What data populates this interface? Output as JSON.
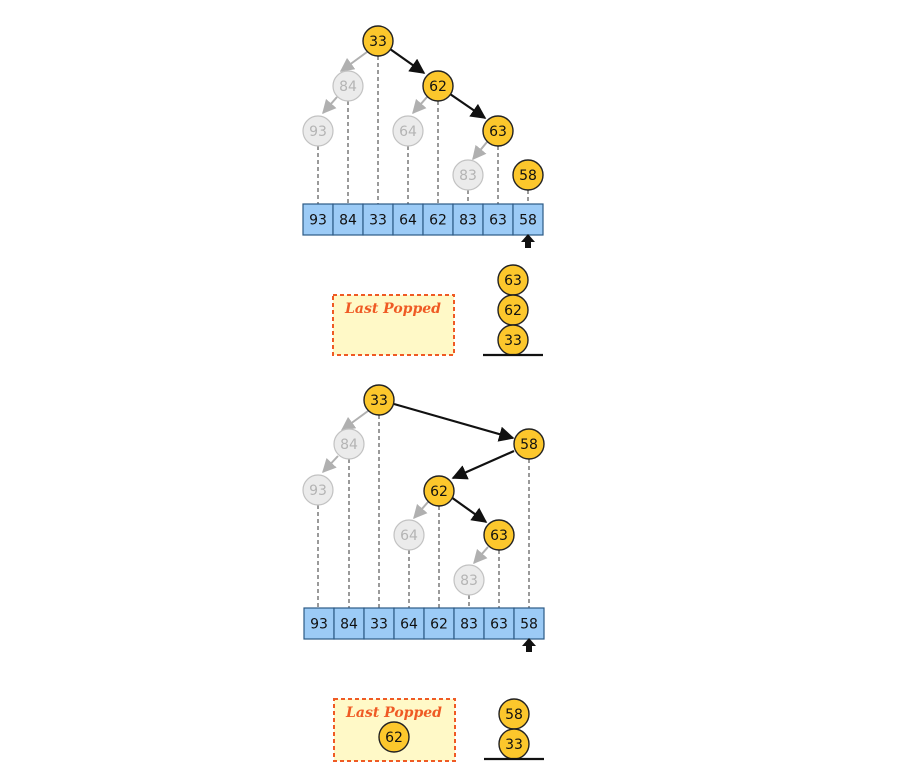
{
  "colors": {
    "active_fill": "#fcc72c",
    "active_stroke": "#222222",
    "faded_fill": "#ebebeb",
    "faded_stroke": "#c2c2c2",
    "faded_text": "#b4b4b4",
    "cell_fill": "#9ccbf6",
    "cell_stroke": "#2c5a86",
    "dash": "#9a9a9a",
    "popped_fill": "#fff9c7",
    "popped_border": "#ef5a24",
    "popped_text": "#ef5a24"
  },
  "step1": {
    "array": [
      "93",
      "84",
      "33",
      "64",
      "62",
      "83",
      "63",
      "58"
    ],
    "nodes": [
      {
        "v": "33",
        "state": "active"
      },
      {
        "v": "84",
        "state": "faded"
      },
      {
        "v": "62",
        "state": "active"
      },
      {
        "v": "93",
        "state": "faded"
      },
      {
        "v": "64",
        "state": "faded"
      },
      {
        "v": "63",
        "state": "active"
      },
      {
        "v": "83",
        "state": "faded"
      },
      {
        "v": "58",
        "state": "active"
      }
    ],
    "stack": [
      "63",
      "62",
      "33"
    ],
    "last_popped_label": "Last Popped",
    "last_popped_value": ""
  },
  "step2": {
    "array": [
      "93",
      "84",
      "33",
      "64",
      "62",
      "83",
      "63",
      "58"
    ],
    "nodes": [
      {
        "v": "33",
        "state": "active"
      },
      {
        "v": "84",
        "state": "faded"
      },
      {
        "v": "58",
        "state": "active"
      },
      {
        "v": "93",
        "state": "faded"
      },
      {
        "v": "62",
        "state": "active"
      },
      {
        "v": "64",
        "state": "faded"
      },
      {
        "v": "63",
        "state": "active"
      },
      {
        "v": "83",
        "state": "faded"
      }
    ],
    "stack": [
      "58",
      "33"
    ],
    "last_popped_label": "Last Popped",
    "last_popped_value": "62"
  }
}
